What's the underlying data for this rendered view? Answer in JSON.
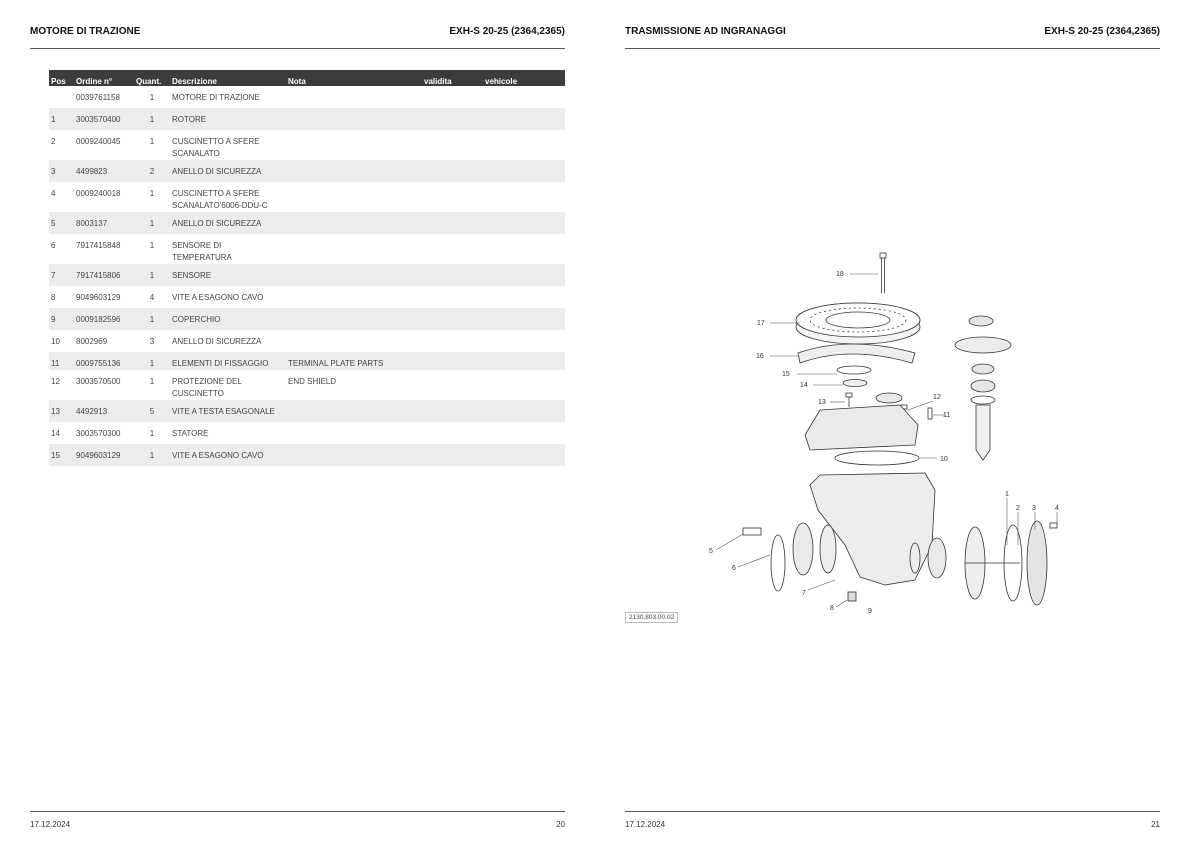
{
  "left": {
    "header_title": "MOTORE DI TRAZIONE",
    "header_model": "EXH-S 20-25 (2364,2365)",
    "columns": [
      "Pos",
      "Ordine n°",
      "Quant.",
      "Descrizione",
      "Nota",
      "validita",
      "vehicole"
    ],
    "rows": [
      {
        "pos": "",
        "ordine": "0039761158",
        "quant": "1",
        "descr": "MOTORE DI TRAZIONE",
        "descr2": "",
        "nota": "",
        "h": 22
      },
      {
        "pos": "1",
        "ordine": "3003570400",
        "quant": "1",
        "descr": "ROTORE",
        "descr2": "",
        "nota": "",
        "h": 22
      },
      {
        "pos": "2",
        "ordine": "0009240045",
        "quant": "1",
        "descr": "CUSCINETTO A SFERE",
        "descr2": "SCANALATO",
        "nota": "",
        "h": 28
      },
      {
        "pos": "3",
        "ordine": "4499823",
        "quant": "2",
        "descr": "ANELLO DI SICUREZZA",
        "descr2": "",
        "nota": "",
        "h": 22
      },
      {
        "pos": "4",
        "ordine": "0009240018",
        "quant": "1",
        "descr": "CUSCINETTO A SFERE",
        "descr2": "SCANALATO'6006-DDU-C",
        "nota": "",
        "h": 28
      },
      {
        "pos": "5",
        "ordine": "8003137",
        "quant": "1",
        "descr": "ANELLO DI SICUREZZA",
        "descr2": "",
        "nota": "",
        "h": 22
      },
      {
        "pos": "6",
        "ordine": "7917415848",
        "quant": "1",
        "descr": "SENSORE DI",
        "descr2": "TEMPERATURA",
        "nota": "",
        "h": 28
      },
      {
        "pos": "7",
        "ordine": "7917415806",
        "quant": "1",
        "descr": "SENSORE",
        "descr2": "",
        "nota": "",
        "h": 22
      },
      {
        "pos": "8",
        "ordine": "9049603129",
        "quant": "4",
        "descr": "VITE A ESAGONO CAVO",
        "descr2": "",
        "nota": "",
        "h": 22
      },
      {
        "pos": "9",
        "ordine": "0009182596",
        "quant": "1",
        "descr": "COPERCHIO",
        "descr2": "",
        "nota": "",
        "h": 22
      },
      {
        "pos": "10",
        "ordine": "8002969",
        "quant": "3",
        "descr": "ANELLO DI SICUREZZA",
        "descr2": "",
        "nota": "",
        "h": 22
      },
      {
        "pos": "11",
        "ordine": "0009755136",
        "quant": "1",
        "descr": "ELEMENTI DI FISSAGGIO",
        "descr2": "",
        "nota": "TERMINAL PLATE PARTS",
        "h": 16
      },
      {
        "pos": "12",
        "ordine": "3003570500",
        "quant": "1",
        "descr": "PROTEZIONE DEL",
        "descr2": "CUSCINETTO",
        "nota": "END SHIELD",
        "h": 28
      },
      {
        "pos": "13",
        "ordine": "4492913",
        "quant": "5",
        "descr": "VITE A TESTA ESAGONALE",
        "descr2": "",
        "nota": "",
        "h": 22
      },
      {
        "pos": "14",
        "ordine": "3003570300",
        "quant": "1",
        "descr": "STATORE",
        "descr2": "",
        "nota": "",
        "h": 22
      },
      {
        "pos": "15",
        "ordine": "9049603129",
        "quant": "1",
        "descr": "VITE A ESAGONO CAVO",
        "descr2": "",
        "nota": "",
        "h": 22
      }
    ],
    "footer_date": "17.12.2024",
    "footer_page": "20"
  },
  "right": {
    "header_title": "TRASMISSIONE AD INGRANAGGI",
    "header_model": "EXH-S 20-25 (2364,2365)",
    "image_code": "2130.803.00.02",
    "callouts": [
      "18",
      "17",
      "16",
      "15",
      "14",
      "13",
      "12",
      "11",
      "10",
      "1",
      "2",
      "3",
      "4",
      "5",
      "6",
      "7",
      "8",
      "9"
    ],
    "footer_date": "17.12.2024",
    "footer_page": "21"
  }
}
